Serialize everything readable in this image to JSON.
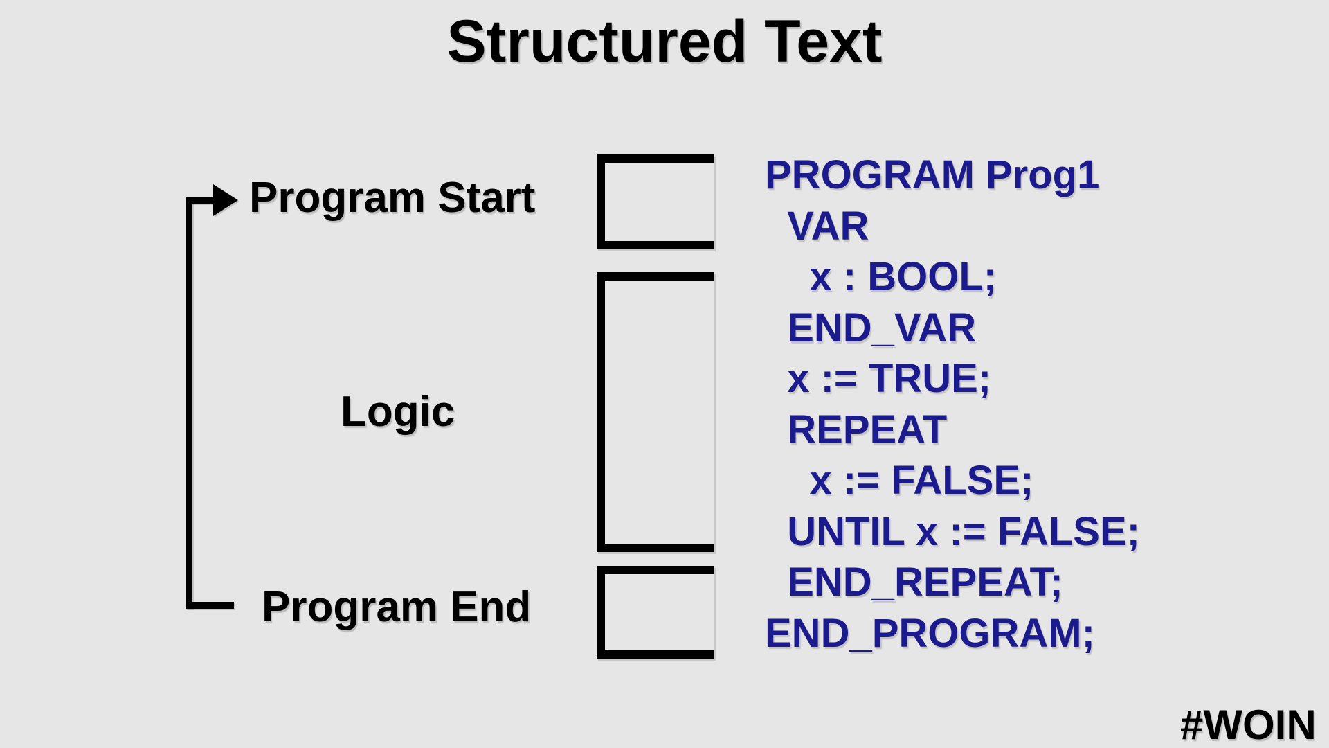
{
  "title": "Structured Text",
  "hashtag": "#WOIN",
  "colors": {
    "background": "#e6e6e6",
    "ink": "#000000",
    "code": "#1b1b8e"
  },
  "flow_labels": {
    "start": "Program Start",
    "logic": "Logic",
    "end": "Program End"
  },
  "code_lines": [
    "PROGRAM Prog1",
    "  VAR",
    "    x : BOOL;",
    "  END_VAR",
    "  x := TRUE;",
    "  REPEAT",
    "    x := FALSE;",
    "  UNTIL x := FALSE;",
    "  END_REPEAT;",
    "END_PROGRAM;"
  ]
}
